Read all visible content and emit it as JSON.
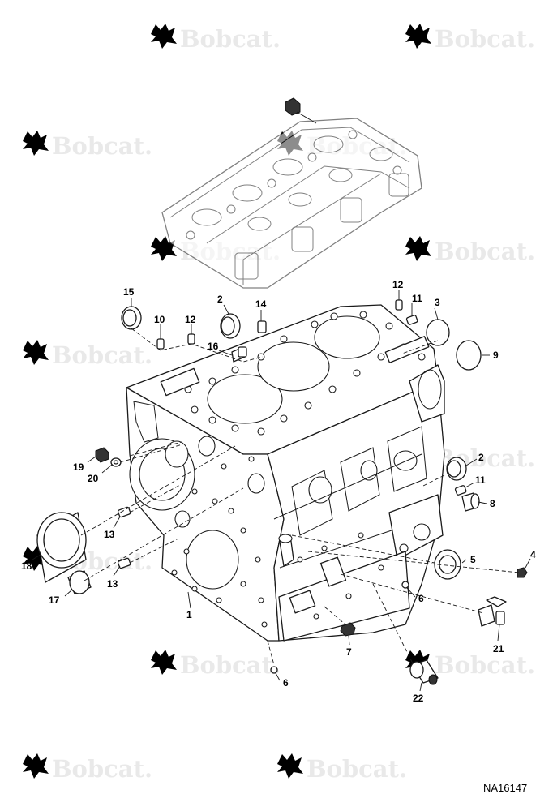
{
  "watermark": {
    "text": "Bobcat."
  },
  "reference": "NA16147",
  "callouts": [
    {
      "id": "c15",
      "label": "15"
    },
    {
      "id": "c10",
      "label": "10"
    },
    {
      "id": "c12a",
      "label": "12"
    },
    {
      "id": "c2a",
      "label": "2"
    },
    {
      "id": "c14",
      "label": "14"
    },
    {
      "id": "c16",
      "label": "16"
    },
    {
      "id": "c12b",
      "label": "12"
    },
    {
      "id": "c11a",
      "label": "11"
    },
    {
      "id": "c3",
      "label": "3"
    },
    {
      "id": "c9",
      "label": "9"
    },
    {
      "id": "c2b",
      "label": "2"
    },
    {
      "id": "c11b",
      "label": "11"
    },
    {
      "id": "c8",
      "label": "8"
    },
    {
      "id": "c19",
      "label": "19"
    },
    {
      "id": "c20",
      "label": "20"
    },
    {
      "id": "c13a",
      "label": "13"
    },
    {
      "id": "c18",
      "label": "18"
    },
    {
      "id": "c13b",
      "label": "13"
    },
    {
      "id": "c17",
      "label": "17"
    },
    {
      "id": "c1",
      "label": "1"
    },
    {
      "id": "c5",
      "label": "5"
    },
    {
      "id": "c4",
      "label": "4"
    },
    {
      "id": "c6a",
      "label": "6"
    },
    {
      "id": "c7",
      "label": "7"
    },
    {
      "id": "c21",
      "label": "21"
    },
    {
      "id": "c6b",
      "label": "6"
    },
    {
      "id": "c22",
      "label": "22"
    }
  ]
}
